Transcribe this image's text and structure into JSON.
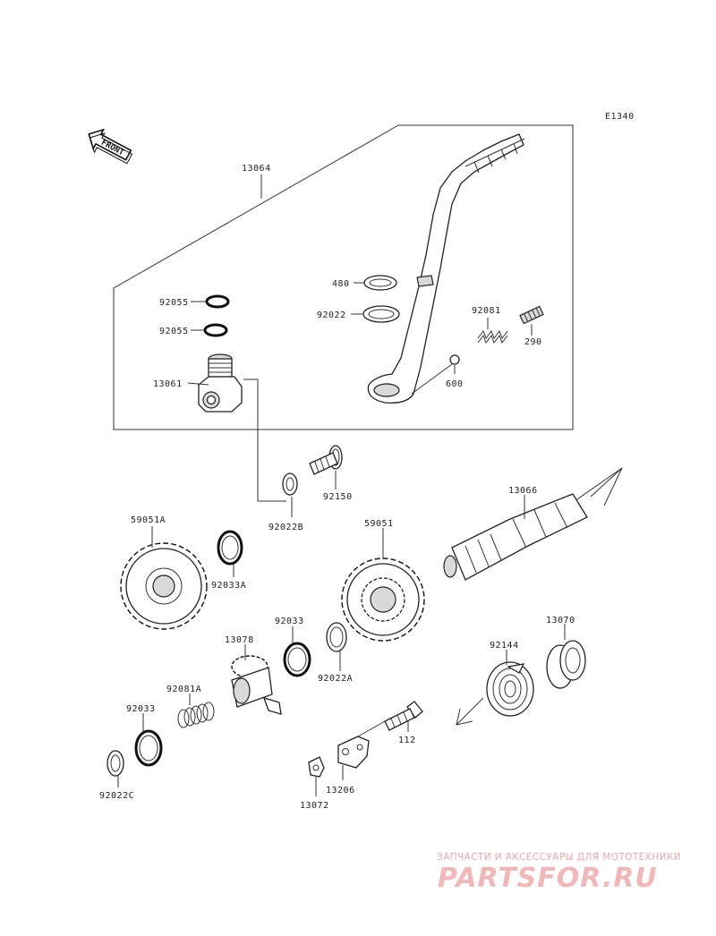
{
  "diagram": {
    "code": "E1340",
    "front_label": "FRONT",
    "labels": {
      "p13064": "13064",
      "p480": "480",
      "p92022": "92022",
      "p92081_top": "92081",
      "p290": "290",
      "p600": "600",
      "p92055_a": "92055",
      "p92055_b": "92055",
      "p13061": "13061",
      "p92150": "92150",
      "p92022B": "92022B",
      "p13066": "13066",
      "p59051A": "59051A",
      "p92033A": "92033A",
      "p59051": "59051",
      "p92033_mid": "92033",
      "p13078": "13078",
      "p92022A": "92022A",
      "p13070": "13070",
      "p92144": "92144",
      "p92081A": "92081A",
      "p92033_low": "92033",
      "p112": "112",
      "p92022C": "92022C",
      "p13206": "13206",
      "p13072": "13072"
    }
  },
  "watermark": {
    "line1": "ЗАПЧАСТИ И АКСЕССУАРЫ ДЛЯ МОТОТЕХНИКИ",
    "line2": "PARTSFOR.RU"
  }
}
